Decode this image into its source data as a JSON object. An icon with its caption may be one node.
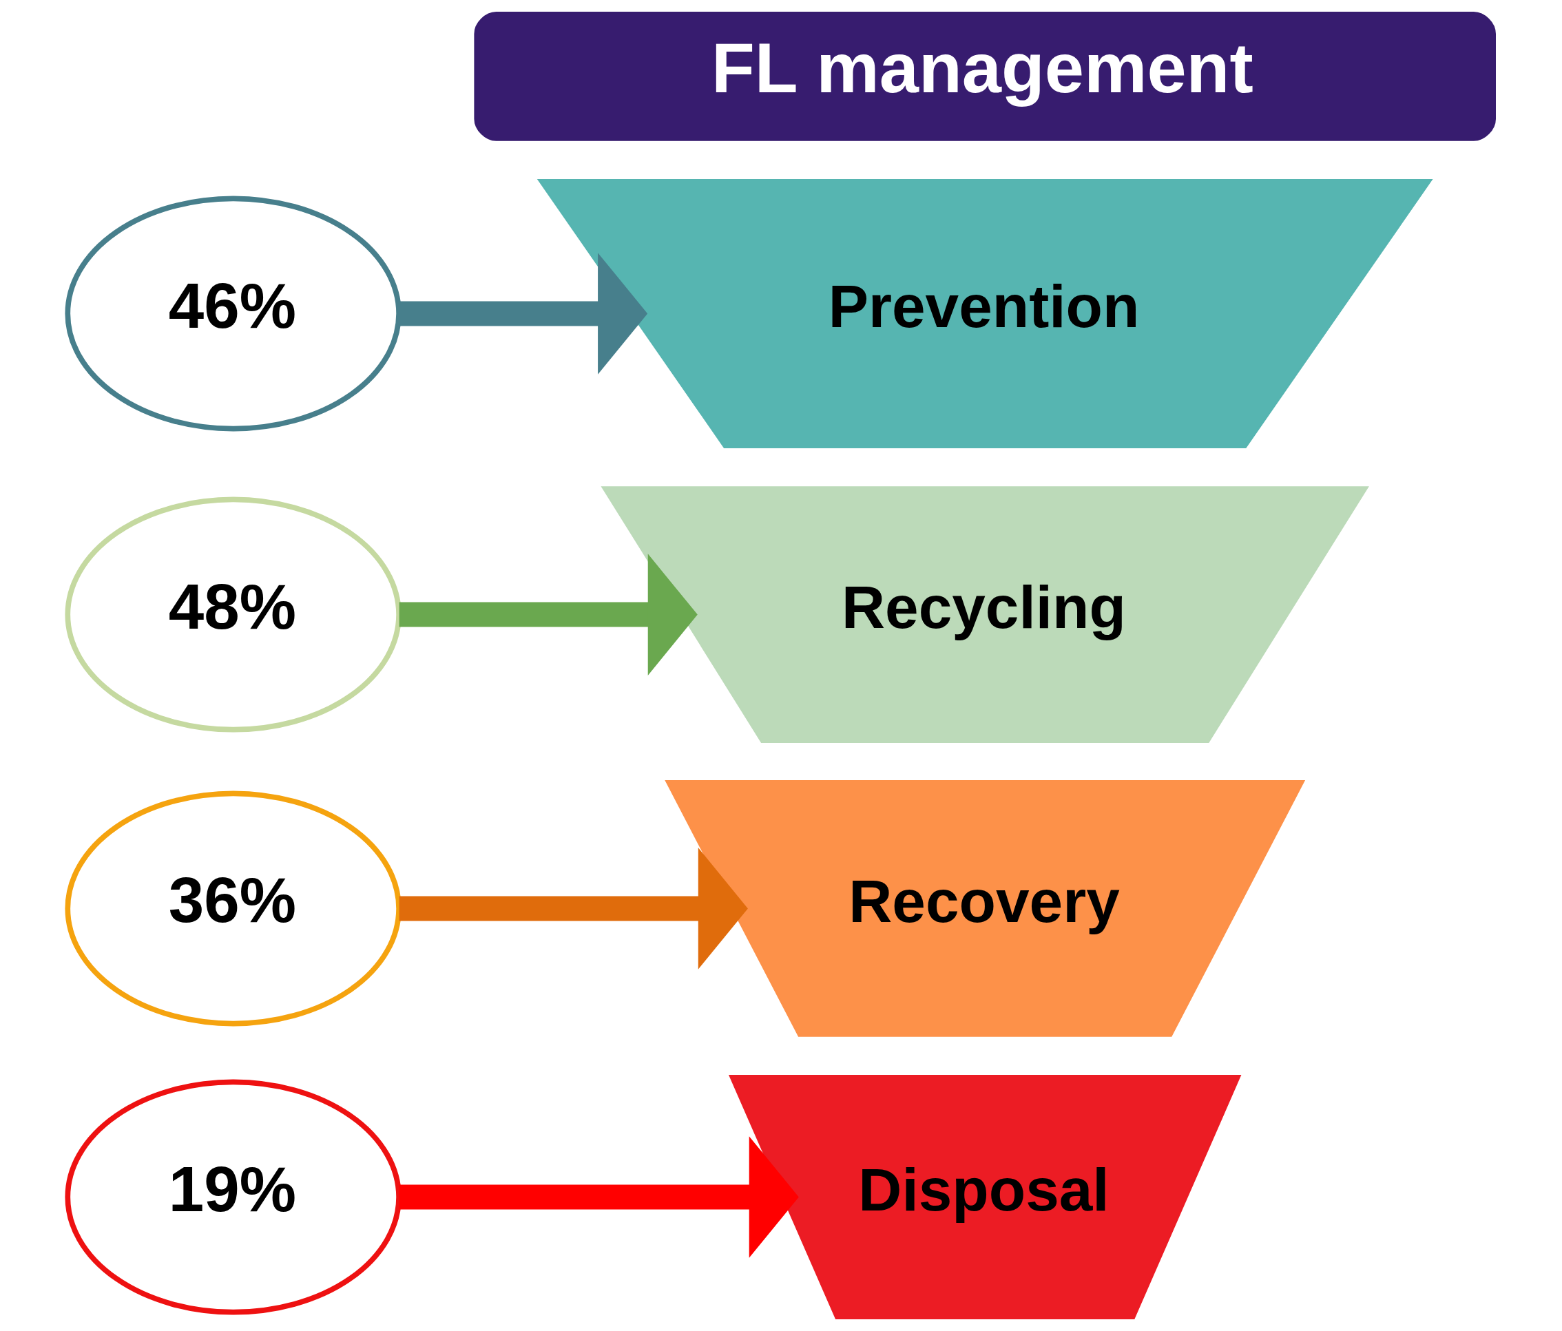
{
  "diagram": {
    "nodes": [
      {
        "text": [
          "FL management"
        ]
      },
      {
        "text": [
          "46%"
        ]
      },
      {
        "text": [
          "Prevention"
        ]
      },
      {
        "text": [
          "48%"
        ]
      },
      {
        "text": [
          "Recycling"
        ]
      },
      {
        "text": [
          "36%"
        ]
      },
      {
        "text": [
          "Recovery"
        ]
      },
      {
        "text": [
          "19%"
        ]
      },
      {
        "text": [
          "Disposal"
        ]
      }
    ],
    "edges": [
      {
        "from": 1,
        "to": 2,
        "arrow": "to",
        "color": "#477f8c"
      },
      {
        "from": 3,
        "to": 4,
        "arrow": "to",
        "color": "#6aa84f"
      },
      {
        "from": 5,
        "to": 6,
        "arrow": "to",
        "color": "#e06c0c"
      },
      {
        "from": 7,
        "to": 8,
        "arrow": "to",
        "color": "#ff0000"
      }
    ]
  }
}
